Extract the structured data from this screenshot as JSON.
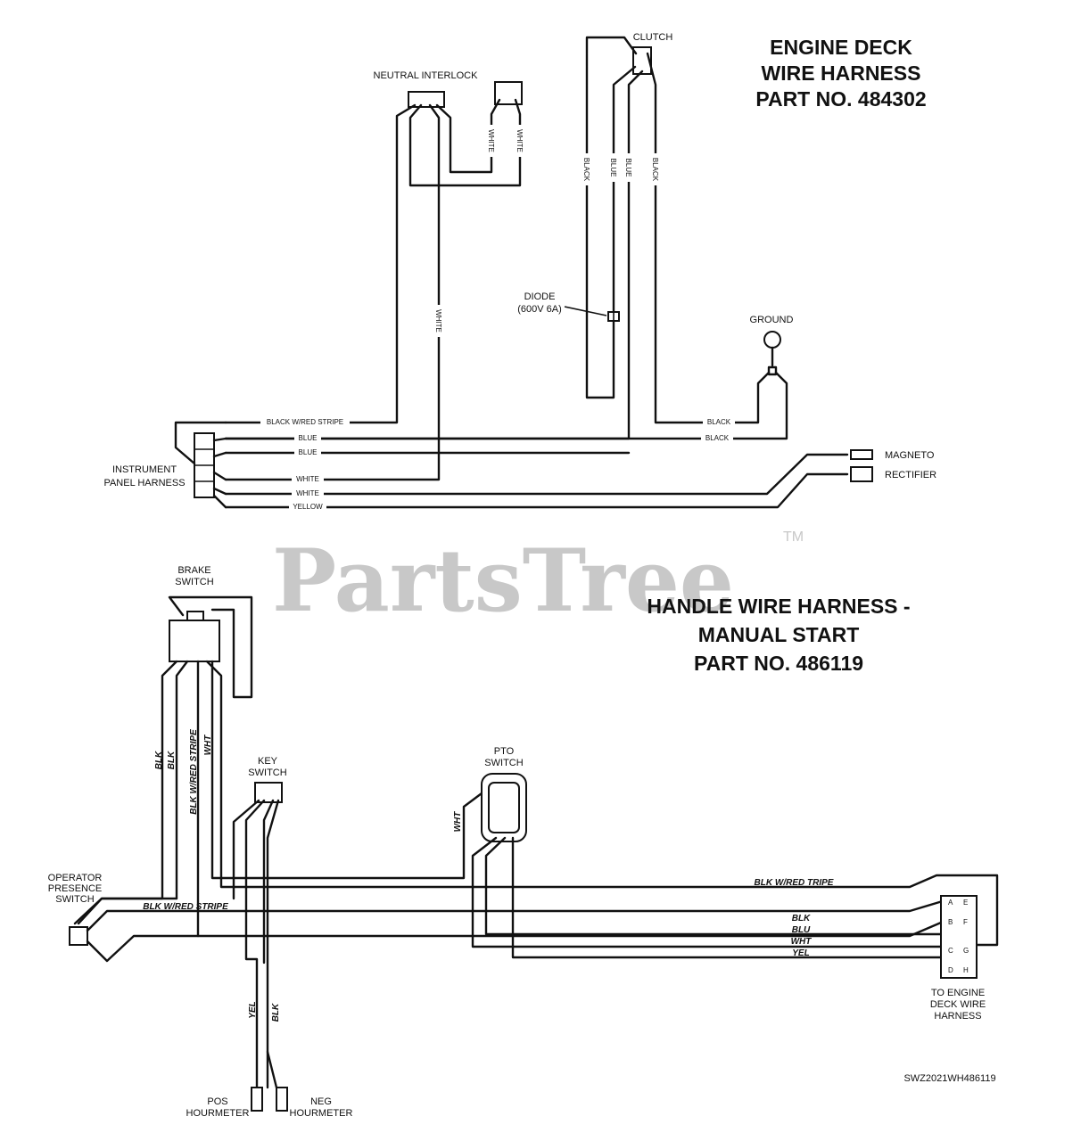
{
  "watermark": {
    "text": "PartsTree",
    "tm": "TM"
  },
  "engine_deck": {
    "title_lines": [
      "ENGINE DECK",
      "WIRE HARNESS",
      "PART NO. 484302"
    ],
    "labels": {
      "clutch": "CLUTCH",
      "neutral_interlock": "NEUTRAL INTERLOCK",
      "diode_1": "DIODE",
      "diode_2": "(600V 6A)",
      "ground": "GROUND",
      "magneto": "MAGNETO",
      "rectifier": "RECTIFIER",
      "instrument_1": "INSTRUMENT",
      "instrument_2": "PANEL HARNESS"
    },
    "wire_labels": {
      "white_1": "WHITE",
      "white_2": "WHITE",
      "white_long": "WHITE",
      "black_left": "BLACK",
      "blue_left": "BLUE",
      "blue_right": "BLUE",
      "black_right": "BLACK",
      "black_red_stripe": "BLACK W/RED STRIPE",
      "blue_row1": "BLUE",
      "blue_row2": "BLUE",
      "white_row1": "WHITE",
      "white_row2": "WHITE",
      "yellow_row": "YELLOW",
      "black_ground1": "BLACK",
      "black_ground2": "BLACK"
    }
  },
  "handle": {
    "title_lines": [
      "HANDLE WIRE HARNESS -",
      "MANUAL START",
      "PART NO. 486119"
    ],
    "labels": {
      "brake_1": "BRAKE",
      "brake_2": "SWITCH",
      "key_1": "KEY",
      "key_2": "SWITCH",
      "pto_1": "PTO",
      "pto_2": "SWITCH",
      "op_1": "OPERATOR",
      "op_2": "PRESENCE",
      "op_3": "SWITCH",
      "to_1": "TO ENGINE",
      "to_2": "DECK WIRE",
      "to_3": "HARNESS",
      "pos_1": "POS",
      "pos_2": "HOURMETER",
      "neg_1": "NEG",
      "neg_2": "HOURMETER"
    },
    "wire_labels": {
      "blk_1": "BLK",
      "blk_2": "BLK",
      "blk_red": "BLK W/RED STRIPE",
      "wht": "WHT",
      "pto_wht": "WHT",
      "blk_red_tripe": "BLK W/RED  TRIPE",
      "blk_red_stripe_bottom": "BLK W/RED STRIPE",
      "row_blk": "BLK",
      "row_blu": "BLU",
      "row_wht": "WHT",
      "row_yel": "YEL",
      "hm_yel": "YEL",
      "hm_blk": "BLK"
    },
    "connector_pins": [
      "A",
      "E",
      "B",
      "F",
      "C",
      "G",
      "D",
      "H"
    ]
  },
  "footer_code": "SWZ2021WH486119"
}
